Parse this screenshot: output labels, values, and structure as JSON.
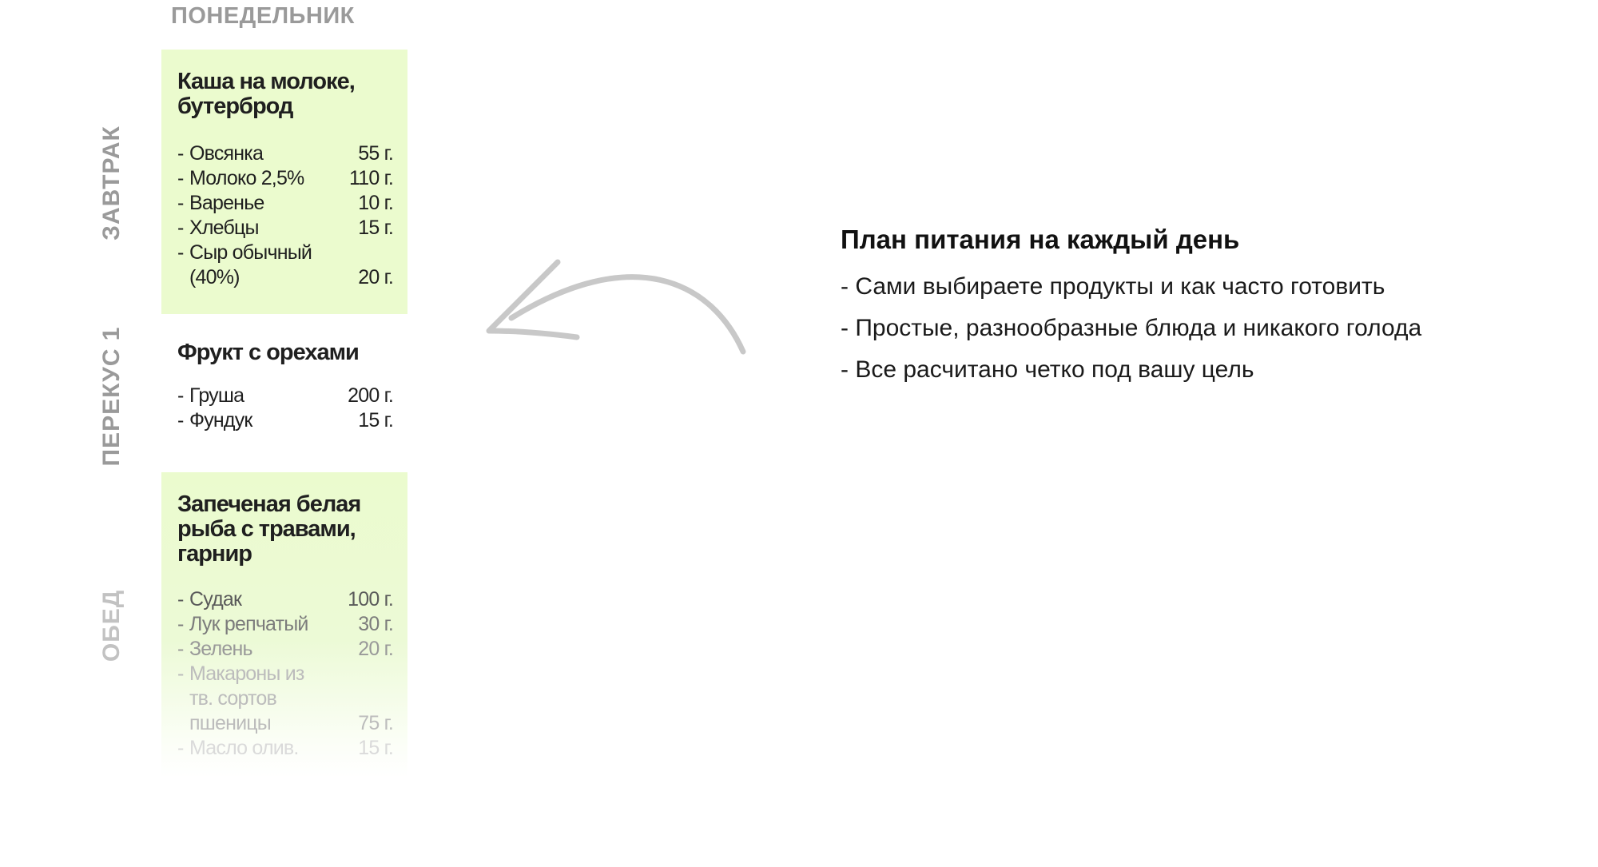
{
  "day": "ПОНЕДЕЛЬНИК",
  "colors": {
    "card_green": "#ebfbce",
    "label_gray": "#9a9a9a",
    "arrow_gray": "#c8c8c8"
  },
  "meals": [
    {
      "label": "ЗАВТРАК",
      "dish": "Каша на молоке,\nбутерброд",
      "ingredients": [
        {
          "name": "Овсянка",
          "amount": "55 г."
        },
        {
          "name": "Молоко 2,5%",
          "amount": "110 г."
        },
        {
          "name": "Варенье",
          "amount": "10 г."
        },
        {
          "name": "Хлебцы",
          "amount": "15 г."
        },
        {
          "name": "Сыр обычный\n(40%)",
          "amount": "20 г."
        }
      ]
    },
    {
      "label": "ПЕРЕКУС 1",
      "dish": "Фрукт с орехами",
      "ingredients": [
        {
          "name": "Груша",
          "amount": "200 г."
        },
        {
          "name": "Фундук",
          "amount": "15 г."
        }
      ]
    },
    {
      "label": "ОБЕД",
      "dish": "Запеченая белая\nрыба с травами,\nгарнир",
      "ingredients": [
        {
          "name": "Судак",
          "amount": "100 г."
        },
        {
          "name": "Лук репчатый",
          "amount": "30 г."
        },
        {
          "name": "Зелень",
          "amount": "20 г."
        },
        {
          "name": "Макароны из\nтв. сортов\nпшеницы",
          "amount": "75 г."
        },
        {
          "name": "Масло олив.",
          "amount": "15 г."
        }
      ]
    }
  ],
  "promo": {
    "title": "План питания на каждый день",
    "items": [
      "- Сами выбираете продукты и как часто готовить",
      "- Простые, разнообразные блюда и никакого голода",
      "- Все расчитано четко под вашу цель"
    ]
  }
}
